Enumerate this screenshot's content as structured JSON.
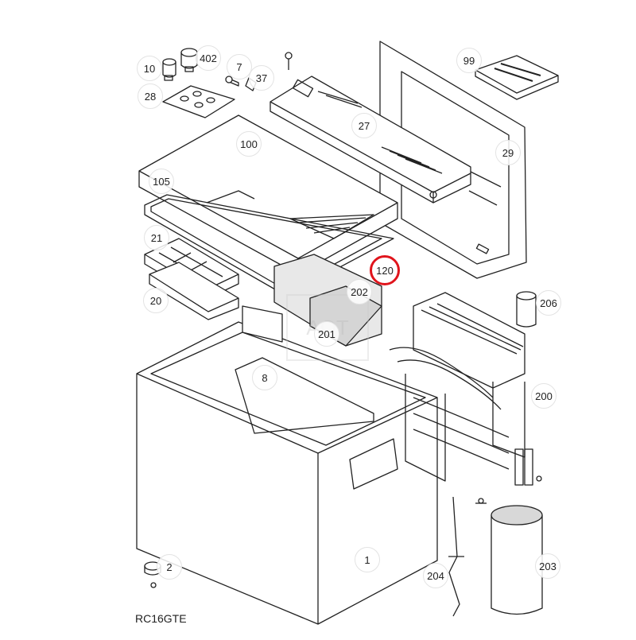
{
  "model": "RC16GTE",
  "watermark_text": "AOT",
  "highlight_color": "#e0141c",
  "parts": [
    {
      "id": "p1",
      "num": "1"
    },
    {
      "id": "p2",
      "num": "2"
    },
    {
      "id": "p7",
      "num": "7"
    },
    {
      "id": "p8",
      "num": "8"
    },
    {
      "id": "p10",
      "num": "10"
    },
    {
      "id": "p20",
      "num": "20"
    },
    {
      "id": "p21",
      "num": "21"
    },
    {
      "id": "p27",
      "num": "27"
    },
    {
      "id": "p28",
      "num": "28"
    },
    {
      "id": "p29",
      "num": "29"
    },
    {
      "id": "p37",
      "num": "37"
    },
    {
      "id": "p99",
      "num": "99"
    },
    {
      "id": "p100",
      "num": "100"
    },
    {
      "id": "p105",
      "num": "105"
    },
    {
      "id": "p120",
      "num": "120",
      "highlighted": true
    },
    {
      "id": "p200",
      "num": "200"
    },
    {
      "id": "p201",
      "num": "201"
    },
    {
      "id": "p202",
      "num": "202"
    },
    {
      "id": "p203",
      "num": "203"
    },
    {
      "id": "p204",
      "num": "204"
    },
    {
      "id": "p206",
      "num": "206"
    },
    {
      "id": "p402",
      "num": "402"
    }
  ]
}
